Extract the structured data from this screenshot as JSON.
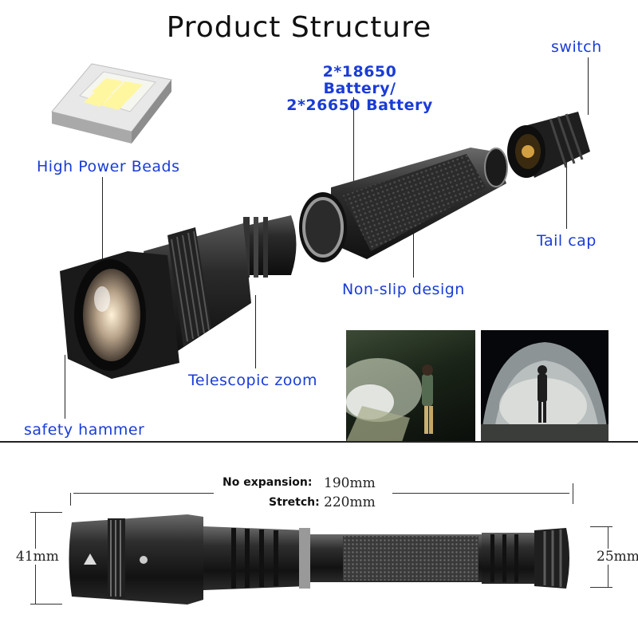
{
  "title": "Product Structure",
  "labels": {
    "switch": "switch",
    "battery_line1": "2*18650 Battery/",
    "battery_line2": "2*26650 Battery",
    "high_power_beads": "High Power Beads",
    "tail_cap": "Tail cap",
    "non_slip": "Non-slip design",
    "telescopic_zoom": "Telescopic zoom",
    "safety_hammer": "safety hammer"
  },
  "dimensions": {
    "no_expansion_label": "No expansion:",
    "no_expansion_value": "190mm",
    "stretch_label": "Stretch:",
    "stretch_value": "220mm",
    "head_diameter": "41mm",
    "tail_diameter": "25mm"
  },
  "colors": {
    "label_blue": "#1a3cd6",
    "metal_dark": "#1b1b1b"
  }
}
